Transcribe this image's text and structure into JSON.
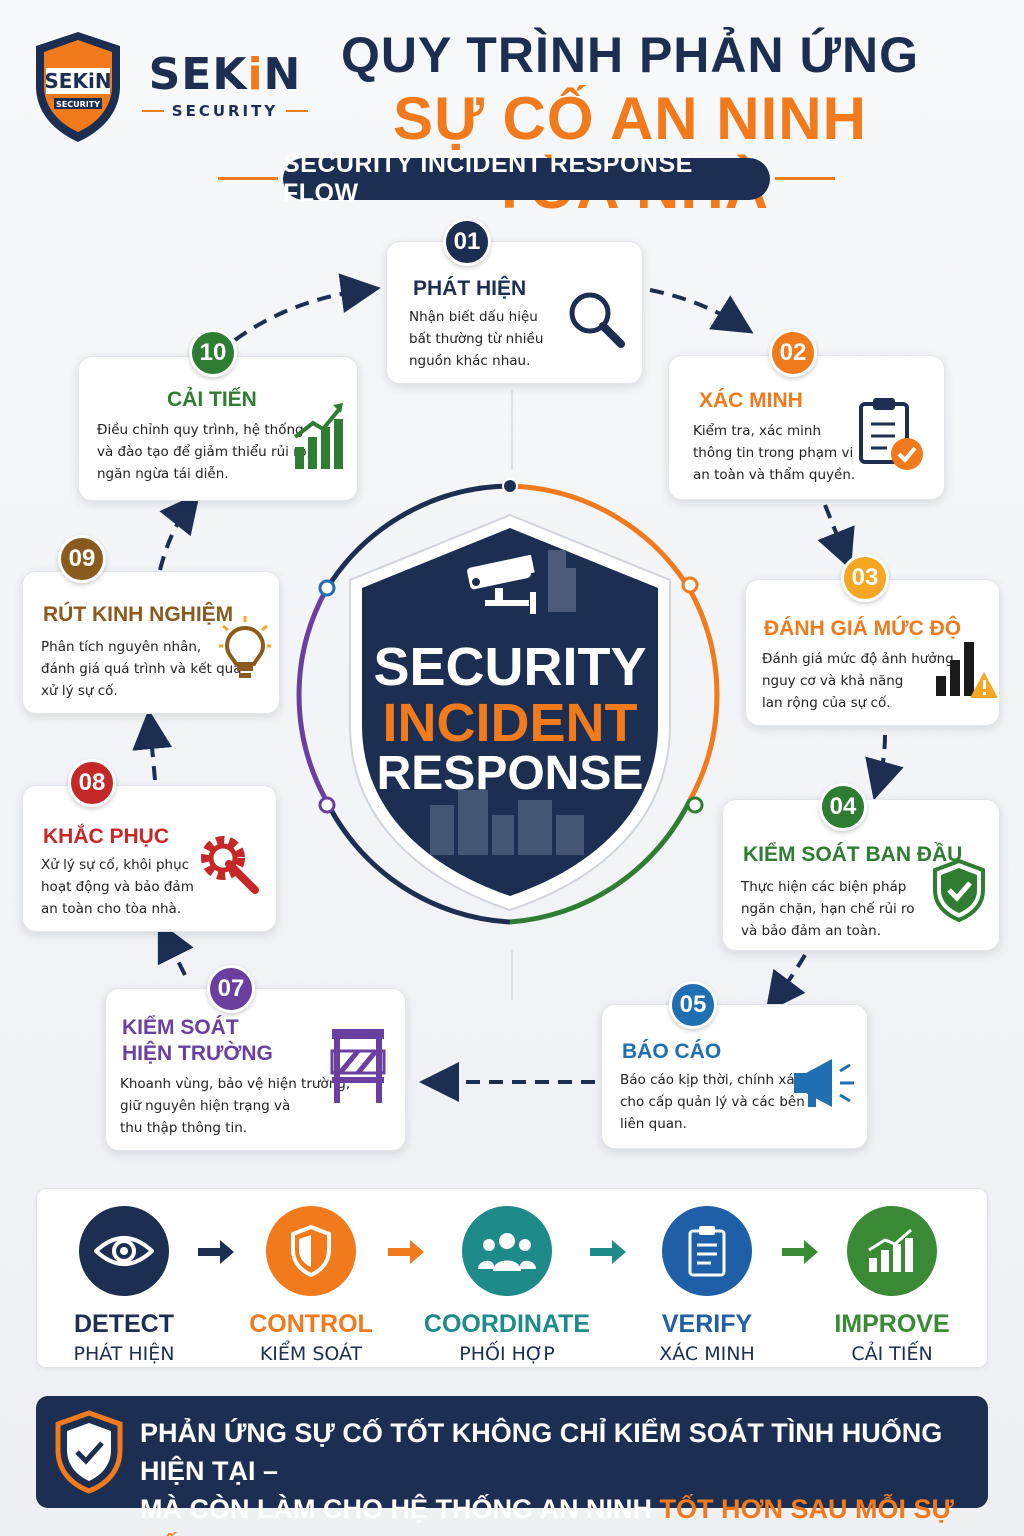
{
  "brand": {
    "shield_top": "SEKiN",
    "shield_bottom": "SECURITY",
    "name_part1": "SEK",
    "name_part2": "i",
    "name_part3": "N",
    "tagline": "SECURITY"
  },
  "header": {
    "title_line1": "QUY TRÌNH PHẢN ỨNG",
    "title_line2": "SỰ CỐ AN NINH TÒA NHÀ",
    "subtitle": "SECURITY INCIDENT RESPONSE FLOW"
  },
  "center": {
    "line1": "SECURITY",
    "line2": "INCIDENT",
    "line3": "RESPONSE"
  },
  "steps": [
    {
      "num": "01",
      "title": "PHÁT HIỆN",
      "desc": "Nhận biết dấu hiệu\nbất thường từ nhiều\nnguồn khác nhau.",
      "color": "#1c2f52",
      "icon": "magnifier-icon"
    },
    {
      "num": "02",
      "title": "XÁC MINH",
      "desc": "Kiểm tra, xác minh\nthông tin trong phạm vi\nan toàn và thẩm quyền.",
      "color": "#f07a1c",
      "icon": "clipboard-check-icon"
    },
    {
      "num": "03",
      "title": "ĐÁNH GIÁ MỨC ĐỘ",
      "desc": "Đánh giá mức độ ảnh hưởng,\nnguy cơ và khả năng\nlan rộng của sự cố.",
      "color": "#f5a623",
      "icon": "bar-warning-icon"
    },
    {
      "num": "04",
      "title": "KIỂM SOÁT BAN ĐẦU",
      "desc": "Thực hiện các biện pháp\nngăn chặn, hạn chế rủi ro\nvà bảo đảm an toàn.",
      "color": "#2e7d32",
      "icon": "shield-check-icon"
    },
    {
      "num": "05",
      "title": "BÁO CÁO",
      "desc": "Báo cáo kịp thời, chính xác\ncho cấp quản lý và các bên\nliên quan.",
      "color": "#1f6fb2",
      "icon": "megaphone-icon"
    },
    {
      "num": "07",
      "title1": "KIỂM SOÁT",
      "title2": "HIỆN TRƯỜNG",
      "desc": "Khoanh vùng, bảo vệ hiện trường,\ngiữ nguyên hiện trạng và\nthu thập thông tin.",
      "color": "#6a3fa0",
      "icon": "barricade-icon"
    },
    {
      "num": "08",
      "title": "KHẮC PHỤC",
      "desc": "Xử lý sự cố, khôi phục\nhoạt động và bảo đảm\nan toàn cho tòa nhà.",
      "color": "#c62828",
      "icon": "gear-wrench-icon"
    },
    {
      "num": "09",
      "title": "RÚT KINH NGHIỆM",
      "desc": "Phân tích nguyên nhân,\nđánh giá quá trình và kết quả\nxử lý sự cố.",
      "color": "#8a5a1e",
      "icon": "lightbulb-icon"
    },
    {
      "num": "10",
      "title": "CẢI TIẾN",
      "desc": "Điều chỉnh quy trình, hệ thống\nvà đào tạo để giảm thiểu rủi ro,\nngăn ngừa tái diễn.",
      "color": "#2e7d32",
      "icon": "growth-chart-icon"
    }
  ],
  "flow": [
    {
      "en": "DETECT",
      "vi": "PHÁT HIỆN",
      "color": "#1c2f52",
      "icon": "eye-icon"
    },
    {
      "en": "CONTROL",
      "vi": "KIỂM SOÁT",
      "color": "#f07a1c",
      "icon": "shield-icon"
    },
    {
      "en": "COORDINATE",
      "vi": "PHỐI HỢP",
      "color": "#1f8a8a",
      "icon": "team-icon"
    },
    {
      "en": "VERIFY",
      "vi": "XÁC MINH",
      "color": "#1f5fa8",
      "icon": "clipboard-icon"
    },
    {
      "en": "IMPROVE",
      "vi": "CẢI TIẾN",
      "color": "#3a8a35",
      "icon": "growth-icon"
    }
  ],
  "footer": {
    "line1": "PHẢN ỨNG SỰ CỐ TỐT KHÔNG CHỈ KIỂM SOÁT TÌNH HUỐNG HIỆN TẠI –",
    "line2_plain": "MÀ CÒN LÀM CHO HỆ THỐNG AN NINH ",
    "line2_highlight": "TỐT HƠN SAU MỖI SỰ CỐ."
  }
}
